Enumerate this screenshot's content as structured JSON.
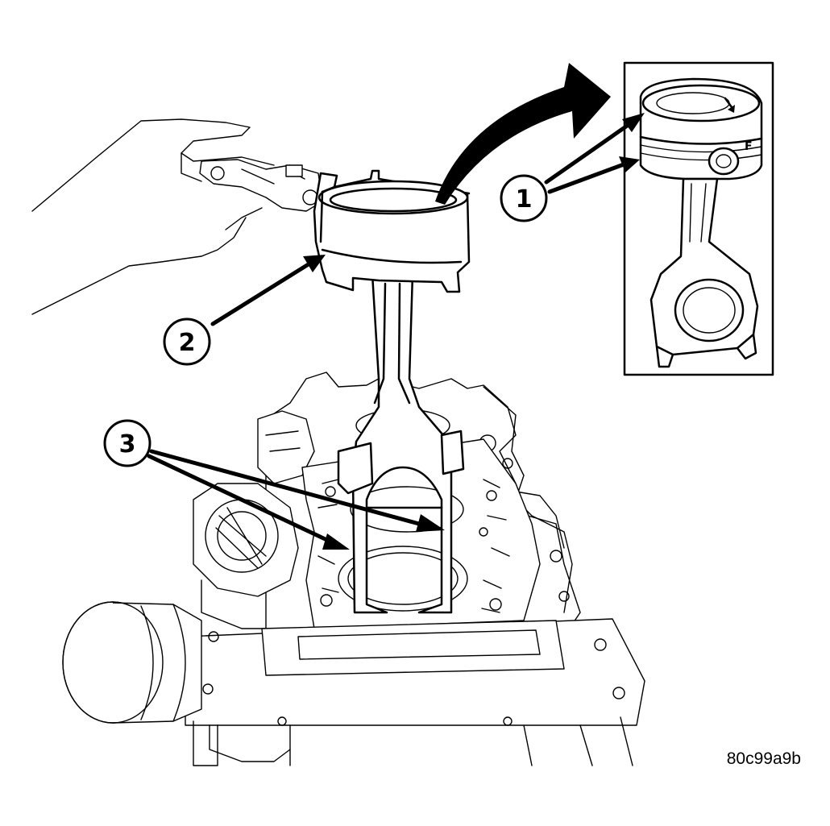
{
  "figure": {
    "figure_code": "80c99a9b",
    "callouts": [
      {
        "id": "callout-1",
        "label": "1"
      },
      {
        "id": "callout-2",
        "label": "2"
      },
      {
        "id": "callout-3",
        "label": "3"
      }
    ],
    "inset": {
      "piston_mark": "F"
    }
  }
}
